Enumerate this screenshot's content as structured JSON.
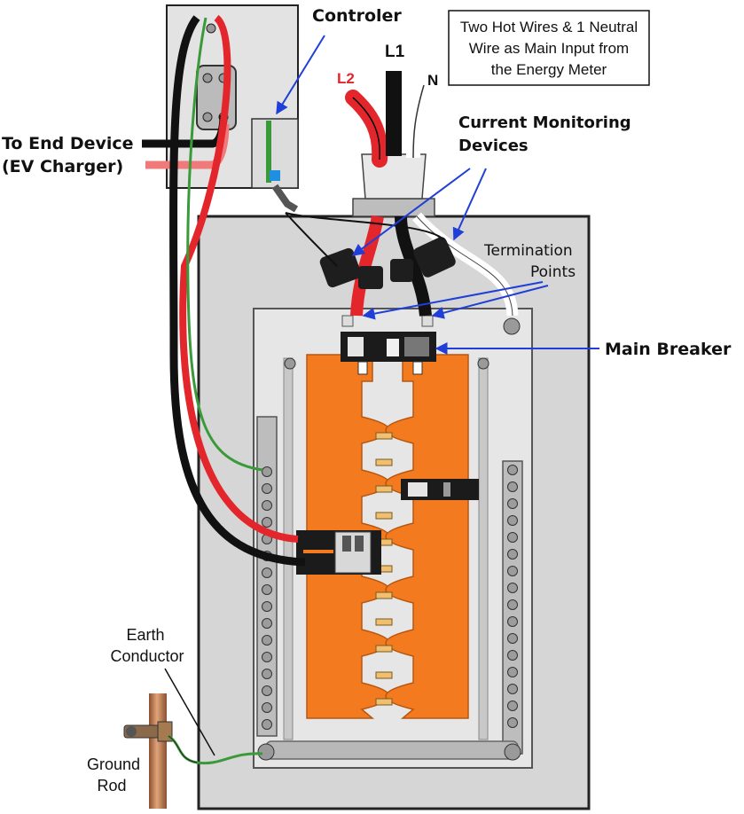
{
  "labels": {
    "controller": "Controler",
    "main_input_line1": "Two Hot Wires & 1 Neutral",
    "main_input_line2": "Wire as Main Input from",
    "main_input_line3": "the Energy Meter",
    "l1": "L1",
    "l2": "L2",
    "neutral": "N",
    "current_monitoring_line1": "Current Monitoring",
    "current_monitoring_line2": "Devices",
    "end_device_line1": "To End Device",
    "end_device_line2": "(EV Charger)",
    "termination_line1": "Termination",
    "termination_line2": "Points",
    "main_breaker": "Main Breaker",
    "earth_line1": "Earth",
    "earth_line2": "Conductor",
    "ground_line1": "Ground",
    "ground_line2": "Rod"
  },
  "colors": {
    "panel": "#d6d6d6",
    "bus_orange": "#f47a1f",
    "hot_red": "#e3262b",
    "hot_black": "#111111",
    "neutral_white": "#ffffff",
    "ground_green": "#3a9a3a",
    "arrow_blue": "#1f3fd8",
    "copper": "#c98b5a"
  }
}
